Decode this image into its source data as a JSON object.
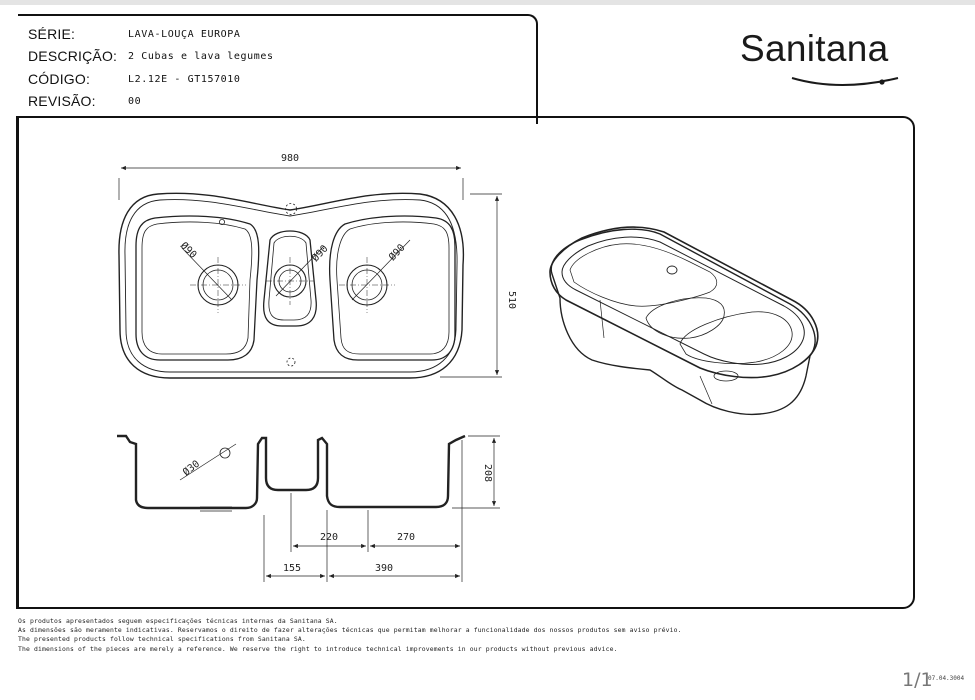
{
  "header": {
    "rows": [
      {
        "label": "SÉRIE:",
        "value": "LAVA-LOUÇA EUROPA"
      },
      {
        "label": "DESCRIÇÃO:",
        "value": "2 Cubas e lava legumes"
      },
      {
        "label": "CÓDIGO:",
        "value": "L2.12E   - GT157010"
      },
      {
        "label": "REVISÃO:",
        "value": "00"
      }
    ]
  },
  "brand": {
    "name": "Sanitana"
  },
  "drawing": {
    "dim_width": "980",
    "dim_height": "510",
    "dim_bowl_left": "Ø90",
    "dim_bowl_center": "Ø90",
    "dim_bowl_right": "Ø90",
    "dim_overflow": "Ø30",
    "dim_depth": "208",
    "dim_220": "220",
    "dim_270": "270",
    "dim_155": "155",
    "dim_390": "390"
  },
  "footer": {
    "notes": [
      "Os produtos apresentados seguem especificações técnicas internas da Sanitana SA.",
      "As dimensões são meramente indicativas. Reservamos o direito de fazer alterações técnicas que permitam melhorar a funcionalidade dos nossos produtos sem aviso prévio.",
      "The presented products follow technical specifications from Sanitana SA.",
      "The dimensions of the pieces are merely a reference. We reserve the right to introduce technical improvements in our products without previous advice."
    ],
    "page": "1/1",
    "doc_code": "07.04.3004"
  }
}
